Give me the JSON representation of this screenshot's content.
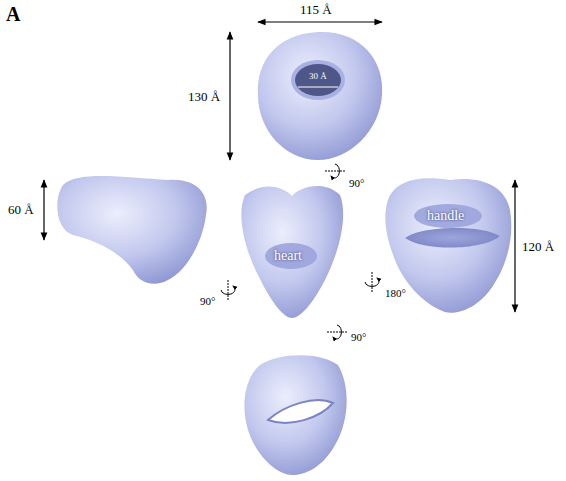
{
  "diagram": {
    "labels": [
      "A",
      "115 Å",
      "130 Å",
      "30 Å",
      "90°",
      "60 Å",
      "heart",
      "handle",
      "120 Å",
      "90°",
      "180°",
      "90°"
    ]
  }
}
